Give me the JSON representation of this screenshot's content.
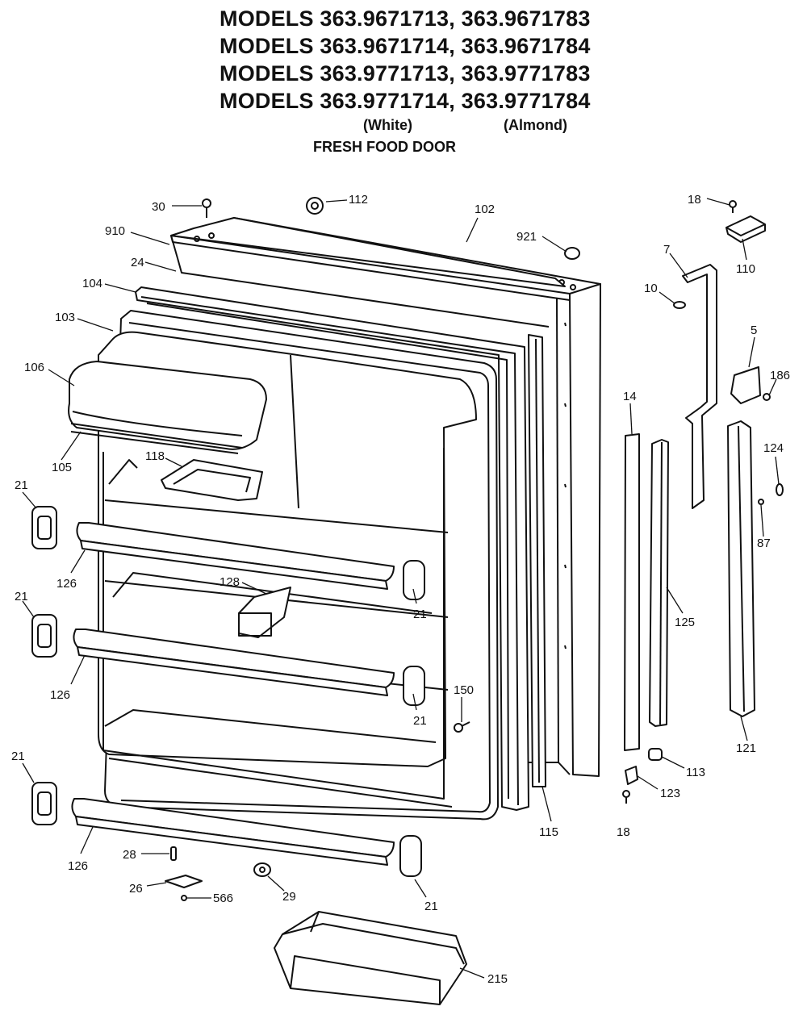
{
  "header": {
    "model_lines": [
      "MODELS 363.9671713, 363.9671783",
      "MODELS 363.9671714, 363.9671784",
      "MODELS 363.9771713, 363.9771783",
      "MODELS 363.9771714, 363.9771784"
    ],
    "color_white": "(White)",
    "color_almond": "(Almond)",
    "section_title": "FRESH FOOD DOOR"
  },
  "parts": {
    "p30": "30",
    "p112": "112",
    "p102": "102",
    "p910": "910",
    "p921": "921",
    "p24": "24",
    "p104": "104",
    "p103": "103",
    "p106": "106",
    "p105": "105",
    "p118": "118",
    "p21a": "21",
    "p21b": "21",
    "p21c": "21",
    "p21d": "21",
    "p21e": "21",
    "p21f": "21",
    "p126a": "126",
    "p126b": "126",
    "p126c": "126",
    "p128": "128",
    "p150": "150",
    "p115": "115",
    "p28": "28",
    "p26": "26",
    "p566": "566",
    "p29": "29",
    "p215": "215",
    "p18a": "18",
    "p110": "110",
    "p7": "7",
    "p10": "10",
    "p5": "5",
    "p186": "186",
    "p14": "14",
    "p124": "124",
    "p87": "87",
    "p125": "125",
    "p121": "121",
    "p113": "113",
    "p123": "123",
    "p18b": "18"
  },
  "colors": {
    "line": "#111111",
    "background": "#ffffff"
  }
}
